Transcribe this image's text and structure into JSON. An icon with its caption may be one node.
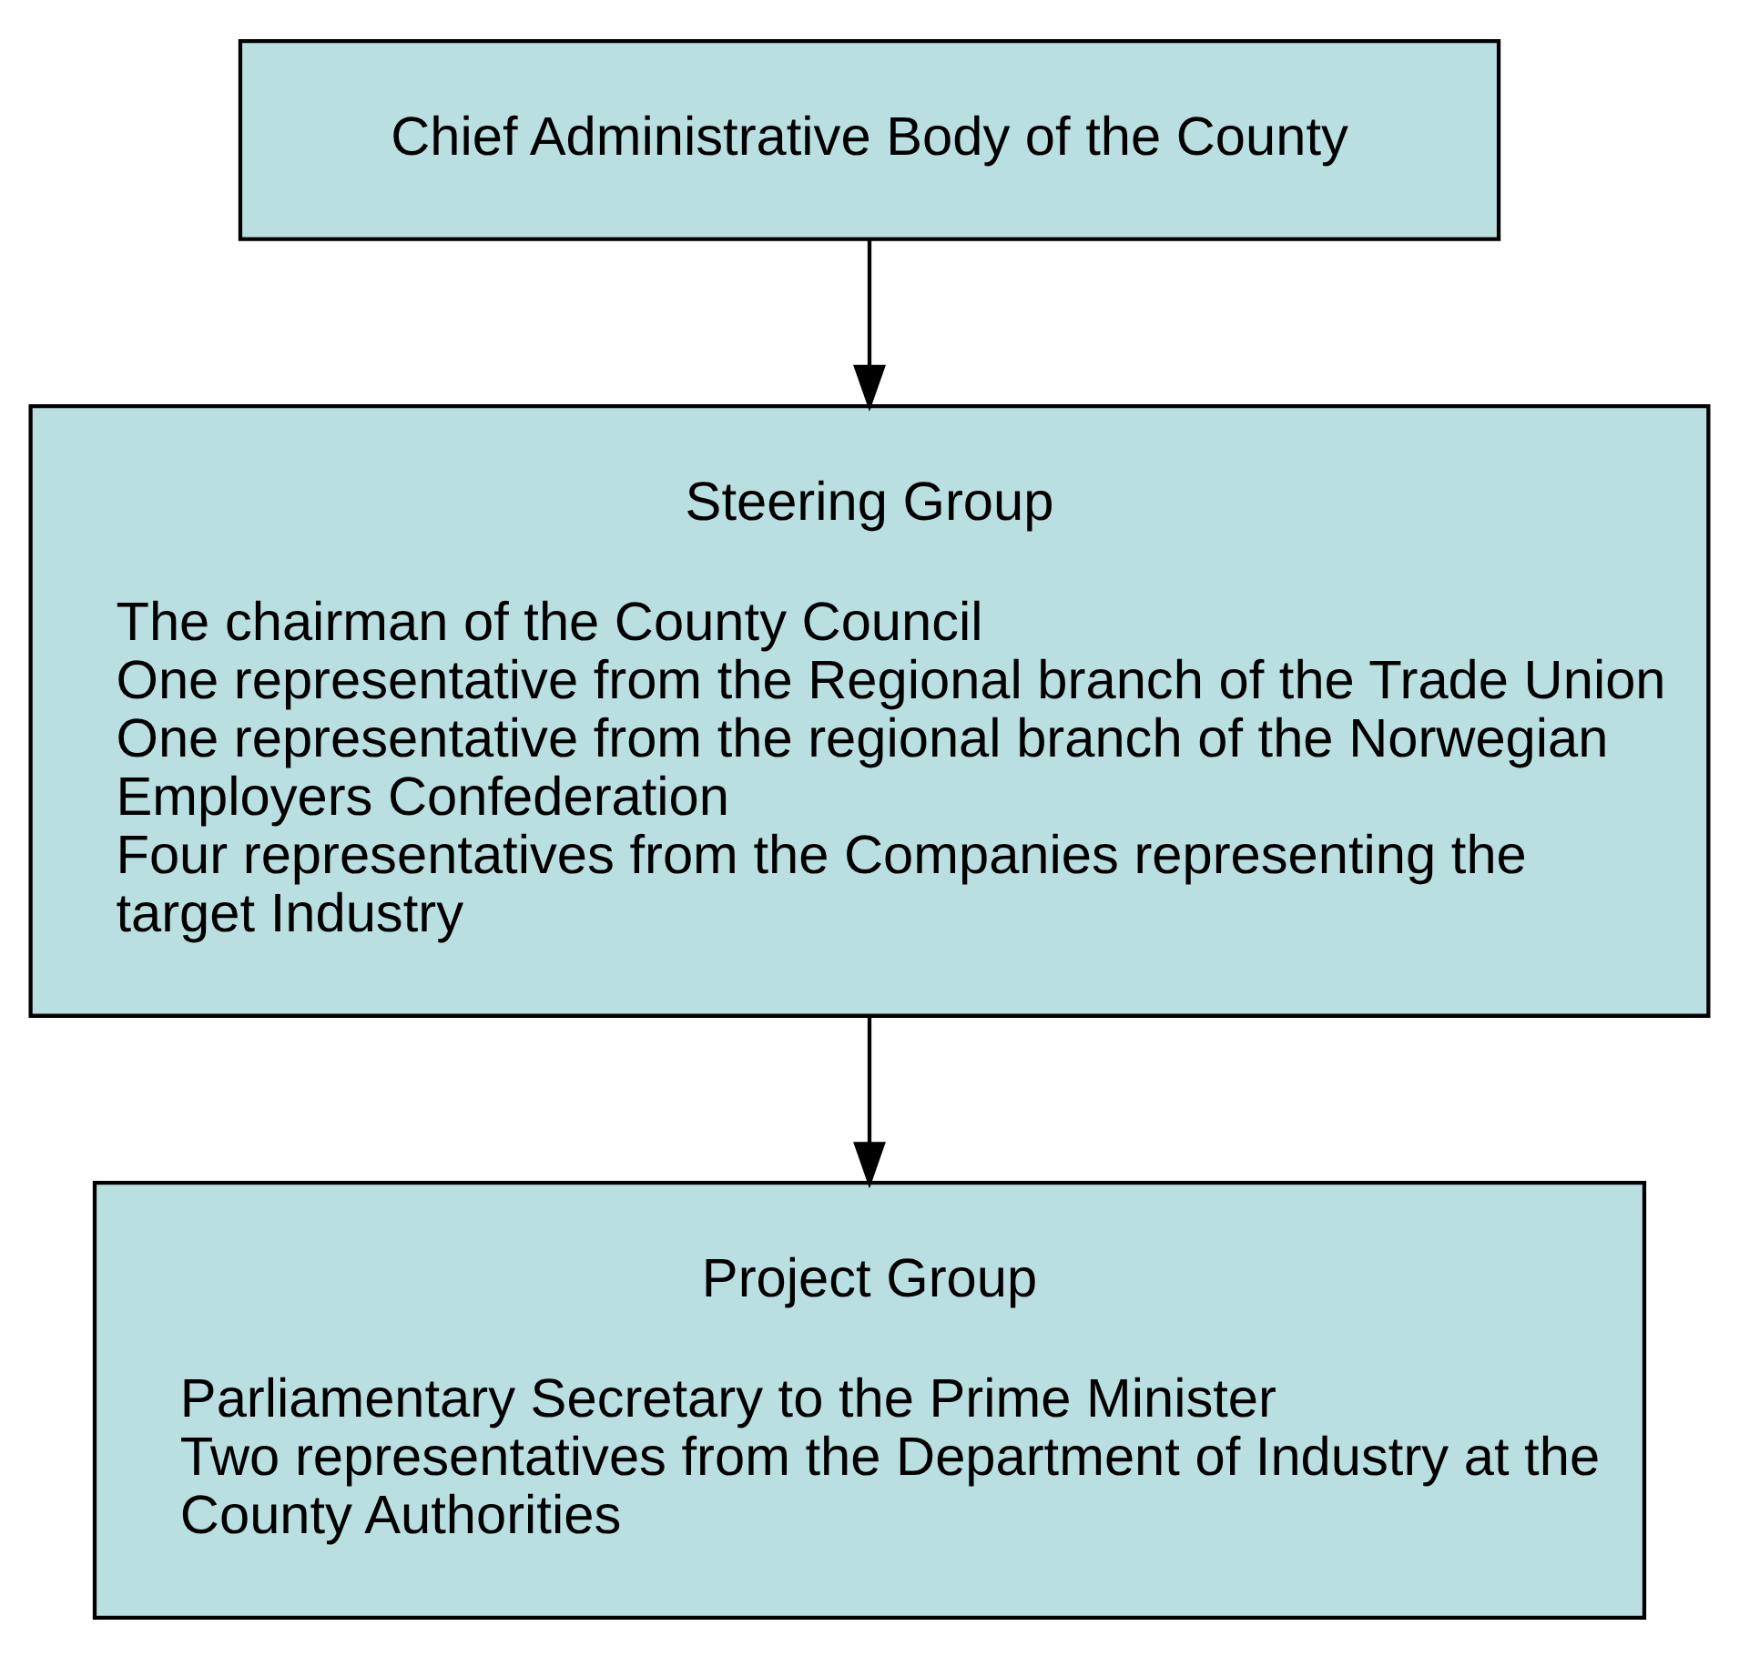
{
  "diagram": {
    "nodes": [
      {
        "text": [
          "Chief Administrative Body of the County"
        ]
      },
      {
        "text": [
          "Steering Group",
          "The chairman of the County Council",
          "One representative from the Regional branch of the Trade Union",
          "One representative from the regional branch of the Norwegian Employers Confederation",
          "Four representatives from the Companies representing the target Industry"
        ]
      },
      {
        "text": [
          "Project Group",
          "Parliamentary Secretary to the Prime Minister",
          "Two representatives from the Department of Industry at the County Authorities"
        ]
      }
    ],
    "edges": [
      {
        "from": 0,
        "to": 1,
        "arrow": "to"
      },
      {
        "from": 1,
        "to": 2,
        "arrow": "to"
      }
    ]
  }
}
